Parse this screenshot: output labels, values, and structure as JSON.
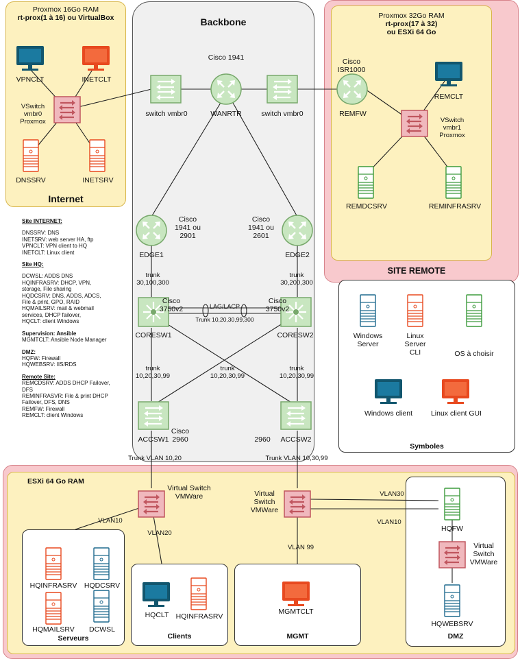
{
  "colors": {
    "yellow": "#fdf1bf",
    "yellow_border": "#d8b64b",
    "pink": "#f8c9cd",
    "pink_border": "#d7838b",
    "backbone": "#f0f0f0",
    "switch_green": "#c8e6c0",
    "switch_green_border": "#78a96c",
    "vswitch": "#f0b8bd",
    "vswitch_border": "#c0565f",
    "monitor_blue": "#12566e",
    "monitor_orange": "#e8491f",
    "server_orange": "#e8491f",
    "server_green": "#3d9b3d",
    "server_blue": "#1f6a8e"
  },
  "internet": {
    "line1": "Proxmox 16Go RAM",
    "line2": "rt-prox(1 à 16) ou VirtualBox",
    "title": "Internet",
    "vswitch": "VSwitch vmbr0 Proxmox",
    "vpnclt": "VPNCLT",
    "inetclt": "INETCLT",
    "dnssrv": "DNSSRV",
    "inetsrv": "INETSRV"
  },
  "backbone": {
    "title": "Backbone",
    "switch_left": "switch vmbr0",
    "switch_right": "switch vmbr0",
    "wanrtr_model": "Cisco 1941",
    "wanrtr": "WANRTR",
    "edge1": "EDGE1",
    "edge1_model": "Cisco 1941 ou 2901",
    "edge2": "EDGE2",
    "edge2_model": "Cisco 1941 ou 2601",
    "trunk_left": "trunk 30,100,300",
    "trunk_right": "trunk 30,200,300",
    "coresw1": "CORESW1",
    "coresw1_model": "Cisco 3750v2",
    "coresw2": "CORESW2",
    "coresw2_model": "Cisco 3750v2",
    "lag": "LAG/LACP",
    "lag_trunk": "Trunk 10,20,30,99,300",
    "trunk_c1": "trunk 10,20,30,99",
    "trunk_cross": "trunk 10,20,30,99",
    "trunk_c2": "trunk 10,20,30,99",
    "accsw1": "ACCSW1",
    "accsw1_model": "Cisco 2960",
    "accsw2": "ACCSW2",
    "accsw2_model": "2960",
    "trunk_vlan1": "Trunk VLAN 10,20",
    "trunk_vlan2": "Trunk VLAN 10,30,99"
  },
  "remote": {
    "line1": "Proxmox 32Go RAM",
    "line2": "rt-prox(17 à 32)",
    "line3": "ou ESXi 64 Go",
    "title": "SITE REMOTE",
    "remfw_model": "Cisco ISR1000",
    "remfw": "REMFW",
    "remclt": "REMCLT",
    "vswitch": "VSwitch vmbr1 Proxmox",
    "remdcsrv": "REMDCSRV",
    "reminfrasrv": "REMINFRASRV"
  },
  "symbols": {
    "title": "Symboles",
    "windows_server": "Windows Server",
    "linux_server": "Linux Server CLI",
    "os_choice": "OS à choisir",
    "windows_client": "Windows client",
    "linux_client": "Linux client GUI"
  },
  "notes": {
    "internet_h": "Site INTERNET:",
    "internet": [
      "DNSSRV: DNS",
      "INETSRV: web server  HA, ftp",
      "VPNCLT: VPN client to HQ",
      "INETCLT: Linux client"
    ],
    "hq_h": "Site HQ:",
    "hq": [
      "DCWSL: ADDS DNS",
      "HQINFRASRV: DHCP, VPN,",
      "storage, File sharing",
      "HQDCSRV; DNS, ADDS, ADCS,",
      "File & print, GPO,  RAID",
      "HQMAILSRV: mail & webmail",
      "services, DHCP failover,",
      "HQCLT: client Windows"
    ],
    "sup_h": "Supervision: Ansible",
    "sup": [
      "MGMTCLT: Ansible Node Manager"
    ],
    "dmz_h": "DMZ:",
    "dmz": [
      "HQFW: Firewall",
      "HQWEBSRV: IIS/RDS"
    ],
    "rem_h": "Remote Site:",
    "rem": [
      "REMCDSRV: ADDS DHCP Failover,",
      "DFS",
      "REMINFRASVR: File &  print DHCP",
      "Failover, DFS, DNS",
      "REMFW: Firewall",
      "REMCLT: client Windows"
    ]
  },
  "esxi": {
    "title": "ESXi 64 Go RAM",
    "vswitch_left": "Virtual Switch VMWare",
    "vswitch_mid": "Virtual Switch VMWare",
    "vswitch_dmz": "Virtual Switch VMWare",
    "vlan10_left": "VLAN10",
    "vlan20": "VLAN20",
    "vlan99": "VLAN 99",
    "vlan30": "VLAN30",
    "vlan10_right": "VLAN10",
    "servers_title": "Serveurs",
    "hqinfrasrv": "HQINFRASRV",
    "hqdcsrv": "HQDCSRV",
    "hqmailsrv": "HQMAILSRV",
    "dcwsl": "DCWSL",
    "clients_title": "Clients",
    "hqclt": "HQCLT",
    "hqinfrasrv2": "HQINFRASRV",
    "mgmt_title": "MGMT",
    "mgmtclt": "MGMTCLT",
    "dmz_title": "DMZ",
    "hqfw": "HQFW",
    "hqwebsrv": "HQWEBSRV"
  }
}
